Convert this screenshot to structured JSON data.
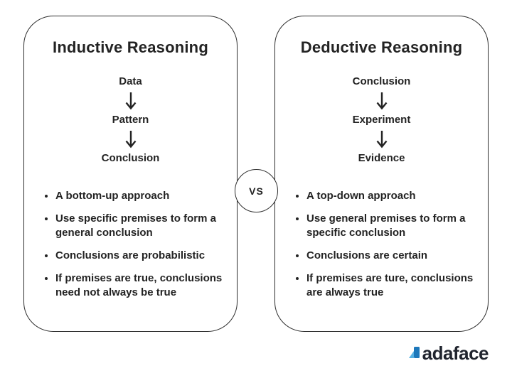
{
  "panels": [
    {
      "title": "Inductive Reasoning",
      "flow": [
        "Data",
        "Pattern",
        "Conclusion"
      ],
      "bullets": [
        "A bottom-up approach",
        "Use specific premises to form a general conclusion",
        "Conclusions are probabilistic",
        "If premises are true, conclusions need not always be true"
      ]
    },
    {
      "title": "Deductive Reasoning",
      "flow": [
        "Conclusion",
        "Experiment",
        "Evidence"
      ],
      "bullets": [
        "A top-down approach",
        "Use general premises to form a specific conclusion",
        "Conclusions are certain",
        "If premises are ture, conclusions are always true"
      ]
    }
  ],
  "vs_badge": {
    "label": "VS"
  },
  "logo": {
    "wordmark": "adaface"
  },
  "colors": {
    "background": "#ffffff",
    "border": "#2e2e2e",
    "text": "#232323",
    "logo_text": "#20242e",
    "logo_blue_light": "#56b1e4",
    "logo_blue_dark": "#1d78bb"
  }
}
